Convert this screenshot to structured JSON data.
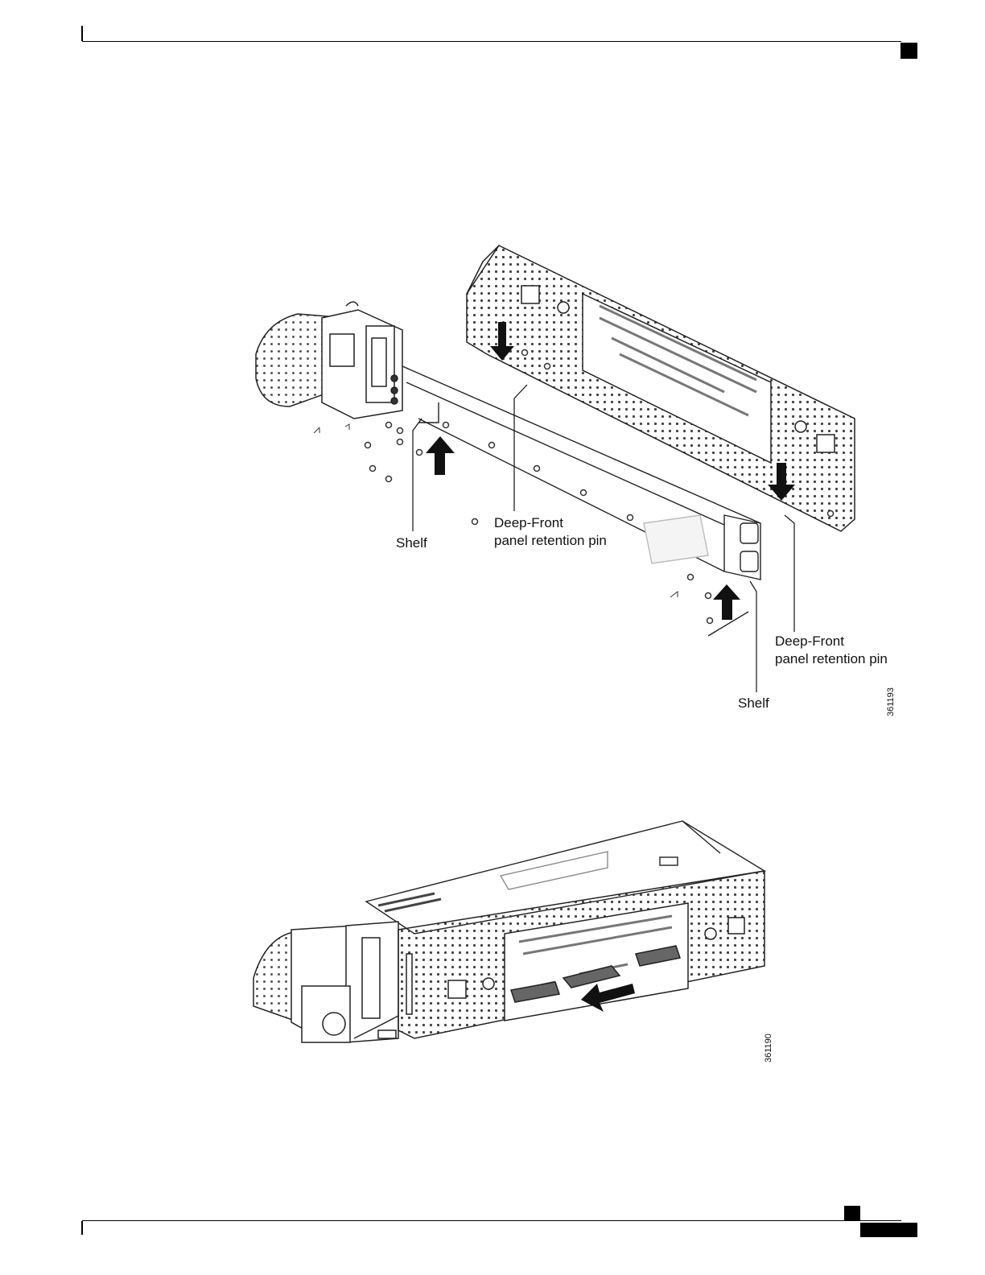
{
  "figure1": {
    "labels": {
      "shelf_left": "Shelf",
      "pin_top_line1": "Deep-Front",
      "pin_top_line2": "panel retention pin",
      "pin_right_line1": "Deep-Front",
      "pin_right_line2": "panel retention pin",
      "shelf_right": "Shelf"
    },
    "figure_id": "361193"
  },
  "figure2": {
    "figure_id": "361190"
  },
  "icons": [
    "arrow-down-icon",
    "arrow-up-icon",
    "arrow-right-icon"
  ]
}
